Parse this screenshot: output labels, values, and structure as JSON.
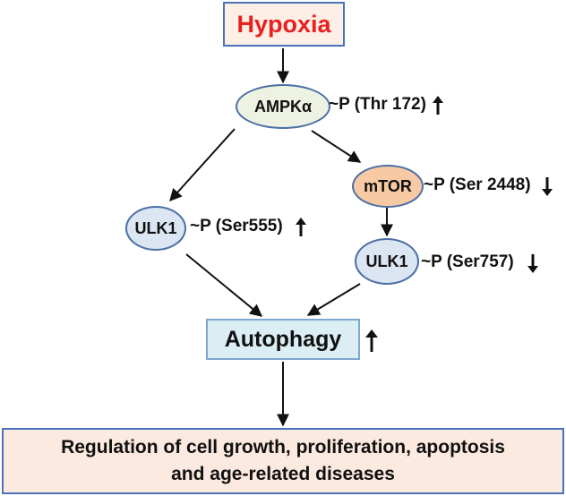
{
  "nodes": {
    "hypoxia": {
      "label": "Hypoxia",
      "color": "#e8201e",
      "fill": "#fdeee6",
      "border": "#4a74b7"
    },
    "ampk": {
      "label": "AMPKα",
      "site": "~P (Thr 172)",
      "change": "up",
      "fill": "#eef2e3",
      "border": "#4a6fa5"
    },
    "mtor": {
      "label": "mTOR",
      "site": "~P (Ser 2448)",
      "change": "down",
      "fill": "#f7caa4",
      "border": "#4a6fa5"
    },
    "ulk1_left": {
      "label": "ULK1",
      "site": "~P (Ser555)",
      "change": "up",
      "fill": "#dce6f2",
      "border": "#4a6fa5"
    },
    "ulk1_right": {
      "label": "ULK1",
      "site": "~P (Ser757)",
      "change": "down",
      "fill": "#dce6f2",
      "border": "#4a6fa5"
    },
    "autophagy": {
      "label": "Autophagy",
      "change": "up",
      "fill": "#dbeef4",
      "border": "#7fa7cf"
    },
    "regulation": {
      "line1": "Regulation of cell growth, proliferation, apoptosis",
      "line2": "and age-related diseases",
      "fill": "#fce9df",
      "border": "#4a74b7"
    }
  },
  "edges": [
    {
      "from": "hypoxia",
      "to": "ampk"
    },
    {
      "from": "ampk",
      "to": "ulk1_left"
    },
    {
      "from": "ampk",
      "to": "mtor"
    },
    {
      "from": "mtor",
      "to": "ulk1_right"
    },
    {
      "from": "ulk1_left",
      "to": "autophagy"
    },
    {
      "from": "ulk1_right",
      "to": "autophagy"
    },
    {
      "from": "autophagy",
      "to": "regulation"
    }
  ]
}
